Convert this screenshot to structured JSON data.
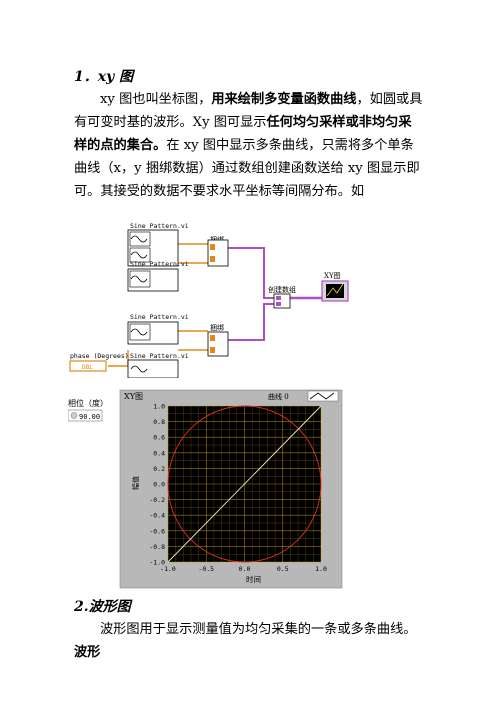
{
  "section1": {
    "heading": "1．xy 图",
    "p1": [
      {
        "text": "xy 图也叫坐标图，",
        "bold": false
      },
      {
        "text": "用来绘制多变量函数曲线",
        "bold": true
      },
      {
        "text": "，如圆或具有可变时基的波形。Xy 图可显示",
        "bold": false
      },
      {
        "text": "任何均匀采样或非均匀采样的点的集合。",
        "bold": true
      },
      {
        "text": "在 xy 图中显示多条曲线，只需将多个单条曲线（x，y 捆绑数据）通过数组创建函数送给 xy 图显示即可。其接受的数据不要求水平坐标等间隔分布。如",
        "bold": false
      }
    ]
  },
  "block_diagram": {
    "vi_labels": [
      "Sine Pattern.vi",
      "Sine Pattern.vi",
      "Sine Pattern.vi",
      "Sine Pattern.vi"
    ],
    "bundle_labels": [
      "捆绑",
      "捆绑"
    ],
    "build_array_label": "创建数组",
    "xy_terminal_label": "XY图",
    "phase_label": "phase (Degrees)",
    "phase_const": "DBL",
    "colors": {
      "wire_cluster": "#b04ec8",
      "wire_numeric": "#e08a1e",
      "terminal_bg": "#d7d7d7"
    }
  },
  "front_panel": {
    "phase_label": "相位（度）",
    "phase_value": "90.00",
    "graph_label": "XY图",
    "legend_label": "曲线 0",
    "ylabel": "幅值",
    "xlabel": "时间",
    "colors": {
      "plot_bg": "#000000",
      "grid": "#c8a000",
      "circle": "#e03020",
      "line": "#e8e8c8",
      "frame": "#b8b8b8"
    }
  },
  "chart_data": {
    "type": "line",
    "xlabel": "时间",
    "ylabel": "幅值",
    "xlim": [
      -1.0,
      1.0
    ],
    "ylim": [
      -1.0,
      1.0
    ],
    "xticks": [
      "-1.0",
      "-0.5",
      "0.0",
      "0.5",
      "1.0"
    ],
    "yticks": [
      "1.0",
      "0.8",
      "0.6",
      "0.4",
      "0.2",
      "0.0",
      "-0.2",
      "-0.4",
      "-0.6",
      "-0.8",
      "-1.0"
    ],
    "grid": true,
    "legend": "top-right",
    "series": [
      {
        "name": "曲线 0",
        "shape": "circle",
        "center": [
          0,
          0
        ],
        "radius": 1.0
      },
      {
        "shape": "line",
        "x": [
          -1.0,
          1.0
        ],
        "y": [
          -1.0,
          1.0
        ]
      }
    ]
  },
  "section2": {
    "heading": "2.波形图",
    "p1": [
      {
        "text": "波形图用于显示测量值为均匀采集的一条或多条曲线。",
        "bold": false
      },
      {
        "text": "波形",
        "bold": true
      }
    ]
  }
}
